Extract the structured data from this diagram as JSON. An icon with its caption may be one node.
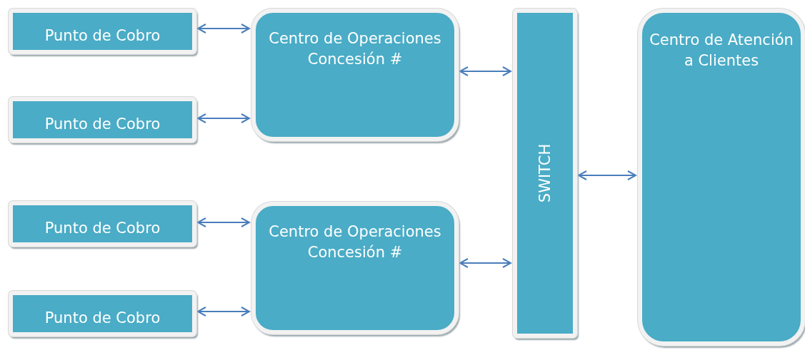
{
  "diagram": {
    "nodes": [
      {
        "text": [
          "Punto de Cobro"
        ]
      },
      {
        "text": [
          "Centro de Operaciones Concesión #"
        ]
      },
      {
        "text": [
          "Punto de Cobro"
        ]
      },
      {
        "text": [
          "Punto de Cobro"
        ]
      },
      {
        "text": [
          "Centro de Operaciones Concesión #"
        ]
      },
      {
        "text": [
          "Punto de Cobro"
        ]
      },
      {
        "text": [
          "SWITCH"
        ]
      },
      {
        "text": [
          "Centro de Atención a Clientes"
        ]
      }
    ],
    "edges": [
      {
        "from": 0,
        "to": 1,
        "arrow": "both"
      },
      {
        "from": 2,
        "to": 1,
        "arrow": "both"
      },
      {
        "from": 3,
        "to": 4,
        "arrow": "both"
      },
      {
        "from": 5,
        "to": 4,
        "arrow": "both"
      },
      {
        "from": 1,
        "to": 6,
        "arrow": "both"
      },
      {
        "from": 4,
        "to": 6,
        "arrow": "both"
      },
      {
        "from": 6,
        "to": 7,
        "arrow": "both"
      }
    ]
  }
}
